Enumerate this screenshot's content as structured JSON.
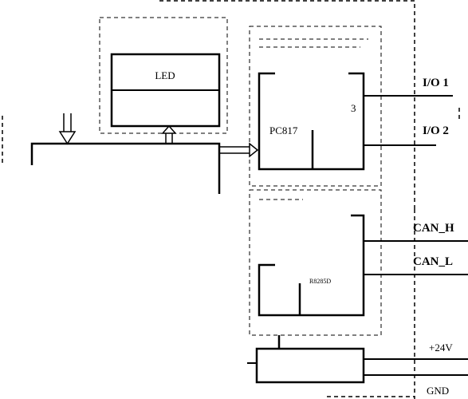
{
  "blocks": {
    "led": {
      "label": "LED",
      "sublabel": ""
    },
    "mcu": {
      "label": "PC817",
      "pin_right": "3",
      "pin_bottom": ""
    },
    "can": {
      "label_left": "",
      "label_right": "R8285D"
    },
    "power": {
      "label": ""
    }
  },
  "ports": {
    "io1": "I/O 1",
    "io2": "I/O 2",
    "can_h": "CAN_H",
    "can_l": "CAN_L",
    "v24": "+24V",
    "gnd": "GND"
  }
}
